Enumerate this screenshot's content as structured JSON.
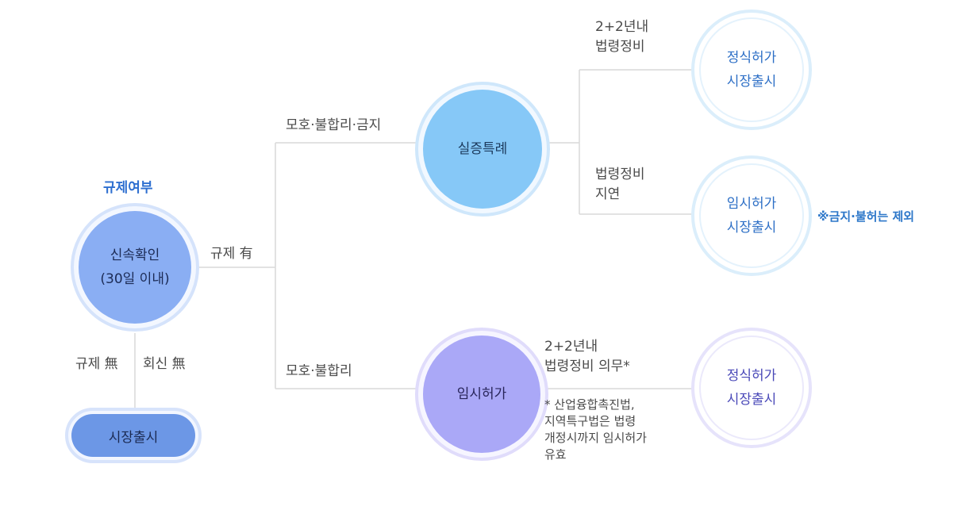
{
  "regulation_check": {
    "title": "규제여부",
    "circle_label": "신속확인\n(30일 이내)"
  },
  "labels": {
    "regulated": "규제 有",
    "not_regulated": "규제 無",
    "reply_none": "회신 無",
    "path_sandbox": "모호·불합리·금지",
    "path_temp": "모호·불합리",
    "within_2_2": "2+2년내\n법령정비",
    "law_delay": "법령정비\n지연",
    "within_2_2_duty": "2+2년내\n법령정비 의무*"
  },
  "nodes": {
    "market_launch": "시장출시",
    "demonstration_special": "실증특례",
    "temporary_permit": "임시허가",
    "official_launch_1": "정식허가\n시장출시",
    "temp_launch": "임시허가\n시장출시",
    "official_launch_2": "정식허가\n시장출시"
  },
  "notes": {
    "exclusion": "※금지·불허는 제외",
    "footnote": "* 산업융합촉진법,\n  지역특구법은 법령\n  개정시까지 임시허가\n  유효"
  },
  "colors": {
    "line": "#d9d9d9",
    "blue_circle": "#8aaef3",
    "sky_circle": "#86c8f7",
    "purple_circle": "#aaa8f7",
    "pill": "#6c97e6",
    "accent_text": "#2e6fd0"
  }
}
